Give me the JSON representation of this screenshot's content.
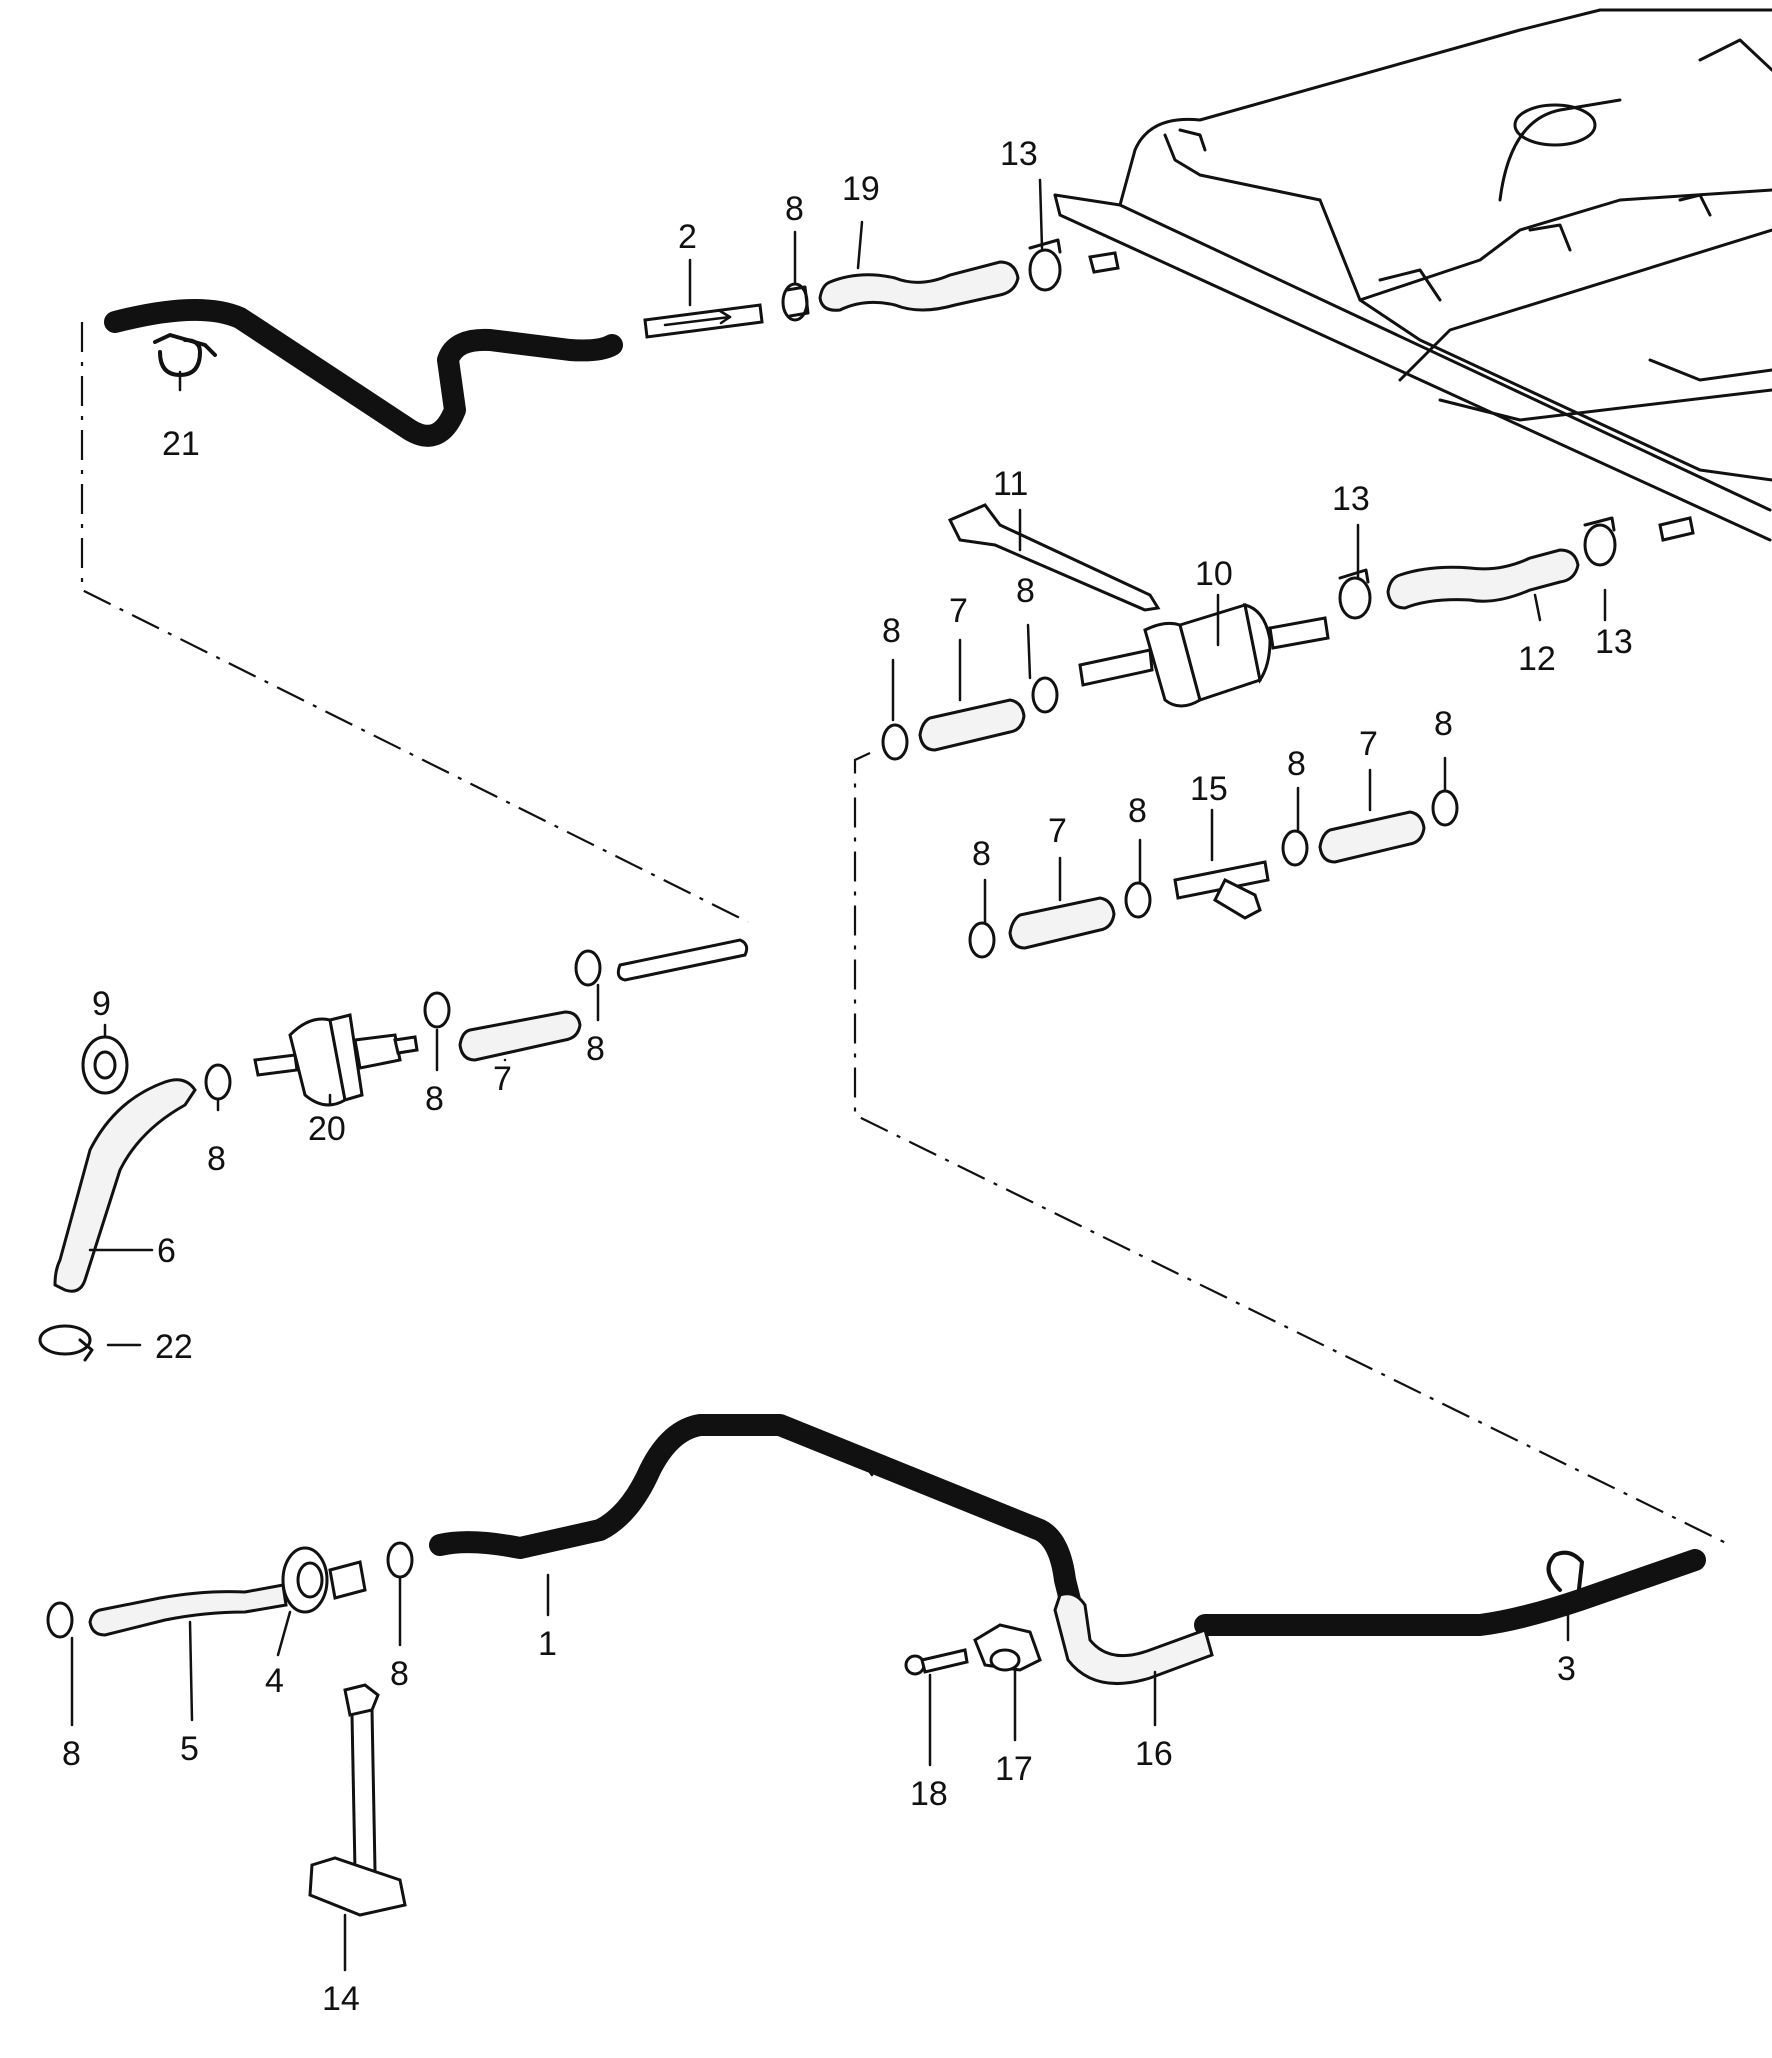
{
  "labels": {
    "l1": "1",
    "l2": "2",
    "l3": "3",
    "l4": "4",
    "l5": "5",
    "l6": "6",
    "l7a": "7",
    "l7b": "7",
    "l7c": "7",
    "l7d": "7",
    "l8a": "8",
    "l8b": "8",
    "l8c": "8",
    "l8d": "8",
    "l8e": "8",
    "l8f": "8",
    "l8g": "8",
    "l8h": "8",
    "l8i": "8",
    "l8j": "8",
    "l8k": "8",
    "l8l": "8",
    "l9": "9",
    "l10": "10",
    "l11": "11",
    "l12": "12",
    "l13a": "13",
    "l13b": "13",
    "l13c": "13",
    "l14": "14",
    "l15": "15",
    "l16": "16",
    "l17": "17",
    "l18": "18",
    "l19": "19",
    "l20": "20",
    "l21": "21",
    "l22": "22"
  },
  "colors": {
    "ink": "#111111",
    "paper": "#ffffff"
  }
}
